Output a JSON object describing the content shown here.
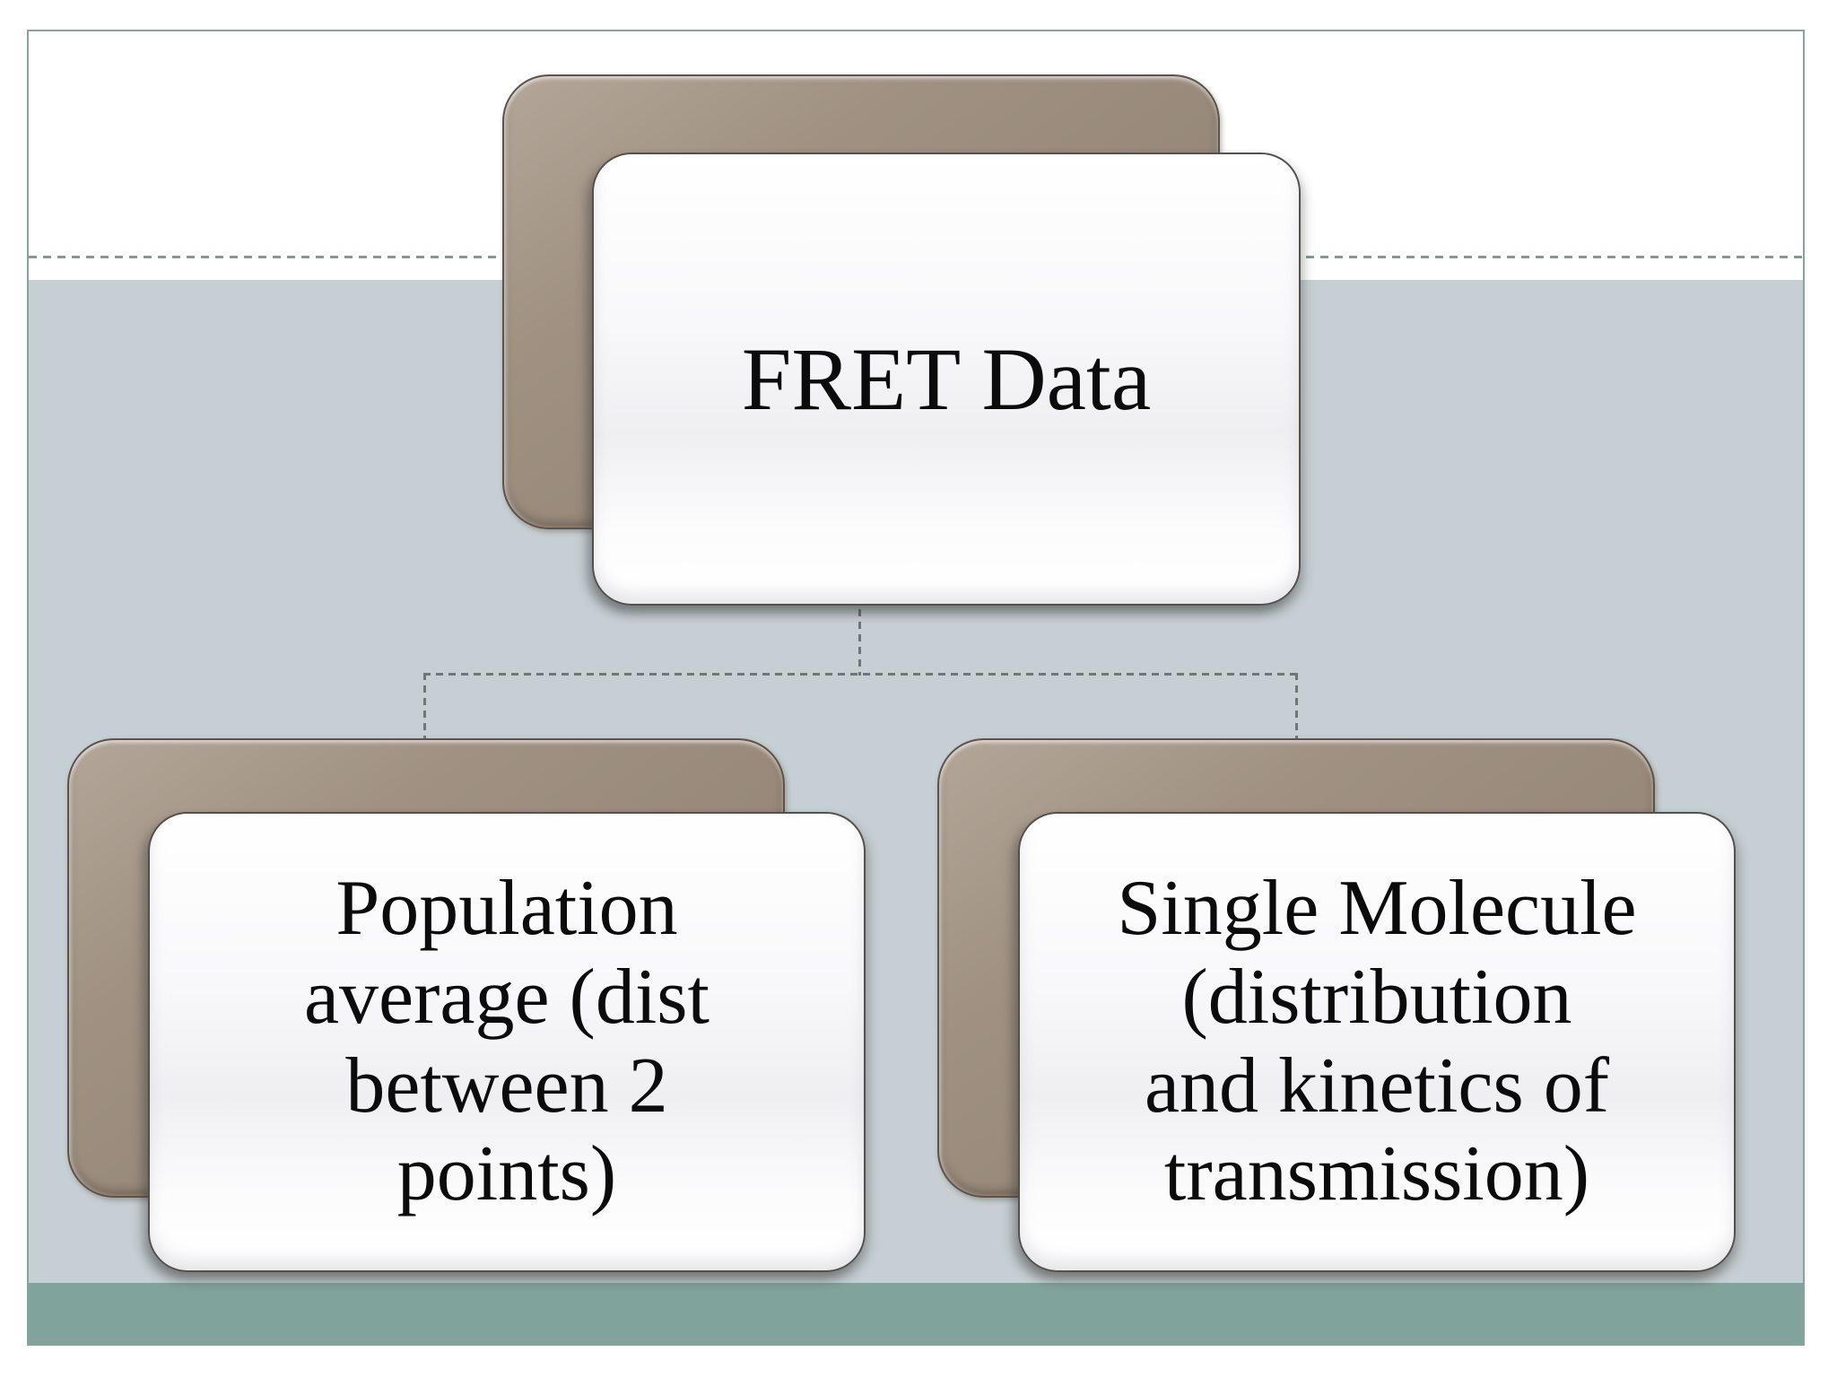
{
  "slide": {
    "colors": {
      "background_main": "#c6cfd3",
      "footer_band": "#80a49c",
      "border_color": "#8aa39e",
      "separator_color": "#7c9c95",
      "connector_color": "#6f7673",
      "back_light": "#b3a698",
      "back_mid": "#97887a",
      "back_dark": "#7b6d5e",
      "back_border": "#5f5349",
      "front_border": "#54504d"
    }
  },
  "diagram": {
    "type": "hierarchy",
    "root": {
      "label": "FRET Data"
    },
    "children": [
      {
        "label": "Population\naverage (dist\nbetween 2\npoints)"
      },
      {
        "label": "Single Molecule\n(distribution\nand kinetics of\ntransmission)"
      }
    ]
  }
}
